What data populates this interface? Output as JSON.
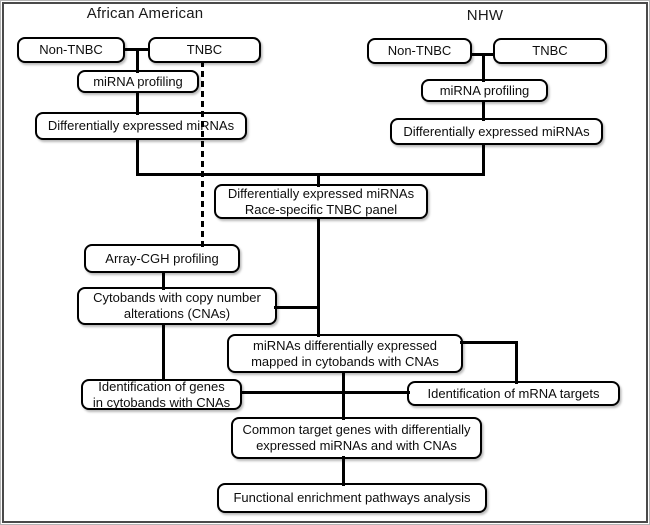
{
  "figure": {
    "type": "flowchart",
    "titles": {
      "left_cohort": "African American",
      "right_cohort": "NHW"
    },
    "nodes": {
      "aa_non_tnbc": {
        "label": "Non-TNBC"
      },
      "aa_tnbc": {
        "label": "TNBC"
      },
      "aa_mirna_profiling": {
        "label": "miRNA profiling"
      },
      "aa_dem": {
        "label": "Differentially expressed miRNAs"
      },
      "nhw_non_tnbc": {
        "label": "Non-TNBC"
      },
      "nhw_tnbc": {
        "label": "TNBC"
      },
      "nhw_mirna_profiling": {
        "label": "miRNA profiling"
      },
      "nhw_dem": {
        "label": "Differentially expressed miRNAs"
      },
      "race_panel": {
        "line1": "Differentially expressed miRNAs",
        "line2": "Race-specific TNBC panel"
      },
      "array_cgh": {
        "label": "Array-CGH profiling"
      },
      "cytobands": {
        "line1": "Cytobands with copy number",
        "line2": "alterations (CNAs)"
      },
      "mirnas_mapped": {
        "line1": "miRNAs differentially expressed",
        "line2": "mapped in cytobands with CNAs"
      },
      "id_genes": {
        "line1": "Identification of genes",
        "line2": "in cytobands with CNAs"
      },
      "id_mrna_targets": {
        "label": "Identification of mRNA targets"
      },
      "common_targets": {
        "line1": "Common target genes with differentially",
        "line2": "expressed miRNAs and with CNAs"
      },
      "functional": {
        "label": "Functional enrichment pathways analysis"
      }
    },
    "colors": {
      "box_border": "#000000",
      "text": "#111111",
      "connector": "#000000",
      "frame_inner": "#4a4a4a",
      "frame_outer": "#b3b3b3",
      "background": "#ffffff"
    },
    "line_styles": {
      "solid_connector": "solid",
      "tnbc_to_array_cgh": "dashed"
    }
  }
}
